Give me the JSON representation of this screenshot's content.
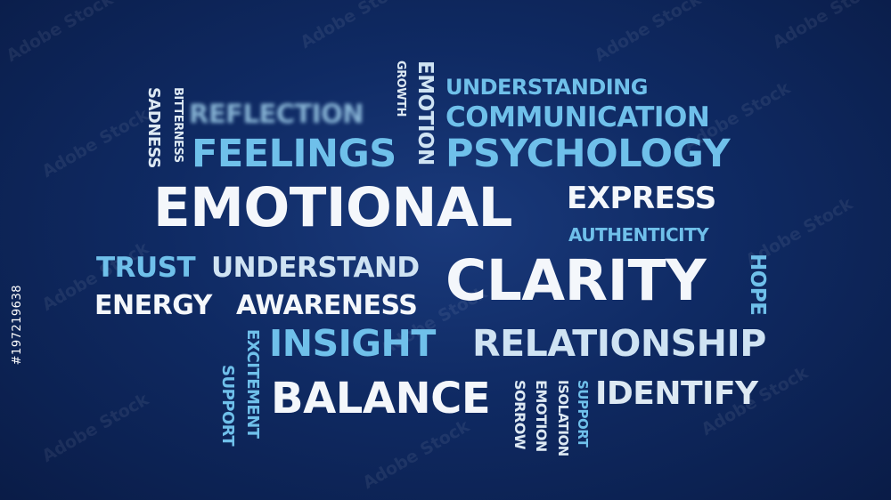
{
  "watermark": "Adobe Stock",
  "side_id": "#197219638",
  "words": {
    "growth": "GROWTH",
    "emotion_top": "EMOTION",
    "understanding": "UNDERSTANDING",
    "communication": "COMMUNICATION",
    "sadness": "SADNESS",
    "bitterness": "BITTERNESS",
    "reflection": "REFLECTION",
    "feelings": "FEELINGS",
    "psychology": "PSYCHOLOGY",
    "emotional": "EMOTIONAL",
    "express": "EXPRESS",
    "authenticity": "AUTHENTICITY",
    "trust": "TRUST",
    "understand": "UNDERSTAND",
    "clarity": "CLARITY",
    "hope": "HOPE",
    "energy": "ENERGY",
    "awareness": "AWARENESS",
    "insight": "INSIGHT",
    "relationship": "RELATIONSHIP",
    "excitement": "EXCITEMENT",
    "support_left": "SUPPORT",
    "balance": "BALANCE",
    "sorrow": "SORROW",
    "emotion_bottom": "EMOTION",
    "isolation": "ISOLATION",
    "support_right": "SUPPORT",
    "identify": "IDENTIFY"
  },
  "colors": {
    "background": "#0f2a63",
    "white_word": "#f4f7fb",
    "blue_word": "#6fc0ea"
  }
}
